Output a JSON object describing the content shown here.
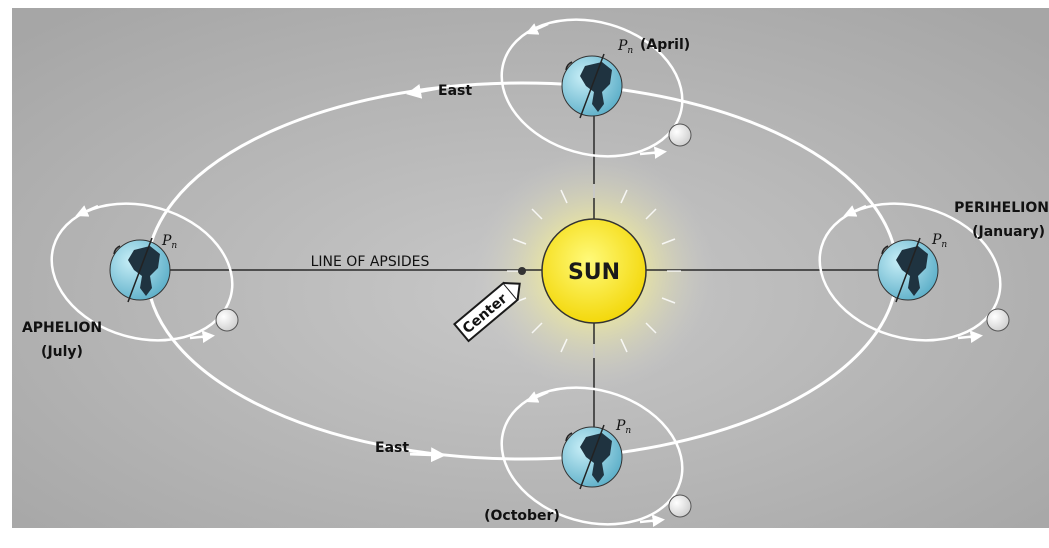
{
  "diagram": {
    "sun_label": "SUN",
    "line_label": "LINE OF APSIDES",
    "center_label": "Center",
    "direction_label_top": "East",
    "direction_label_bottom": "East",
    "pole_label": "P",
    "pole_subscript": "n",
    "positions": {
      "top": {
        "month": "(April)"
      },
      "left": {
        "name": "APHELION",
        "month": "(July)"
      },
      "right": {
        "name": "PERIHELION",
        "month": "(January)"
      },
      "bottom": {
        "month": "(October)"
      }
    },
    "colors": {
      "background": "#b4b4b4",
      "sun": "#f7e81f",
      "ocean": "#8fd0e0",
      "land": "#1f3340",
      "orbit": "#ffffff"
    }
  }
}
